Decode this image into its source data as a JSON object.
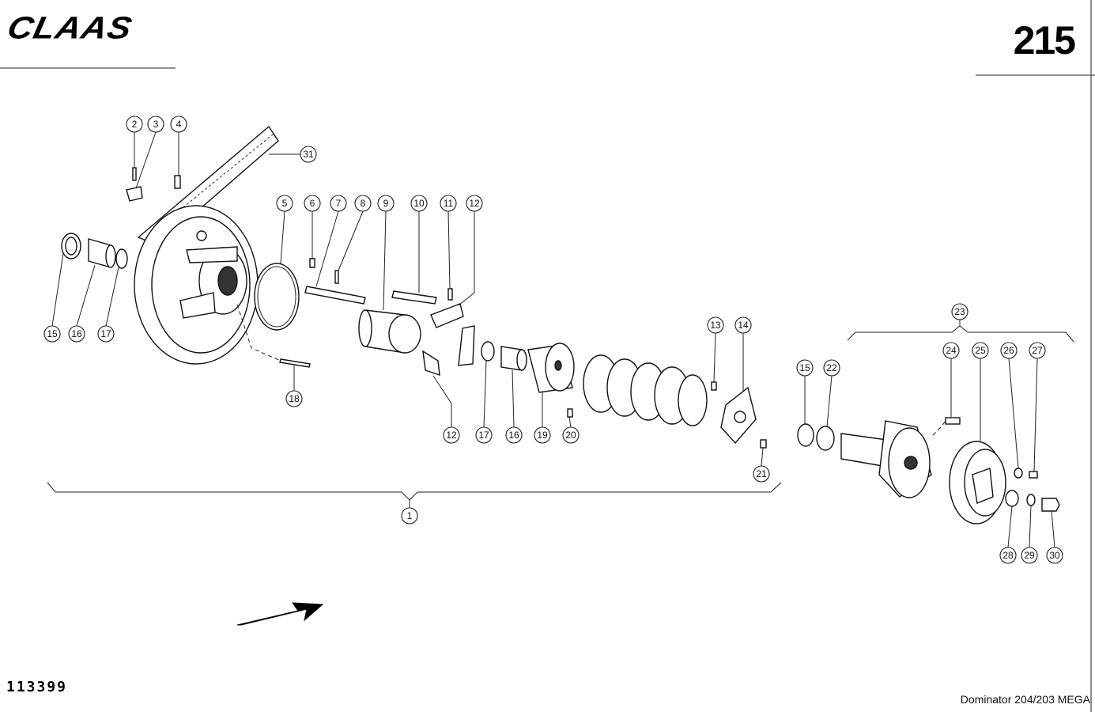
{
  "header": {
    "brand": "CLAAS",
    "page_number": "215"
  },
  "footer": {
    "drawing_number": "113399",
    "model": "Dominator 204/203 MEGA"
  },
  "callouts": {
    "c1": "1",
    "c2": "2",
    "c3": "3",
    "c4": "4",
    "c5": "5",
    "c6": "6",
    "c7": "7",
    "c8": "8",
    "c9": "9",
    "c10": "10",
    "c11": "11",
    "c12a": "12",
    "c12b": "12",
    "c13": "13",
    "c14": "14",
    "c15a": "15",
    "c15b": "15",
    "c16a": "16",
    "c16b": "16",
    "c17a": "17",
    "c17b": "17",
    "c18": "18",
    "c19": "19",
    "c20": "20",
    "c21": "21",
    "c22": "22",
    "c23": "23",
    "c24": "24",
    "c25": "25",
    "c26": "26",
    "c27": "27",
    "c28": "28",
    "c29": "29",
    "c30": "30",
    "c31": "31"
  }
}
